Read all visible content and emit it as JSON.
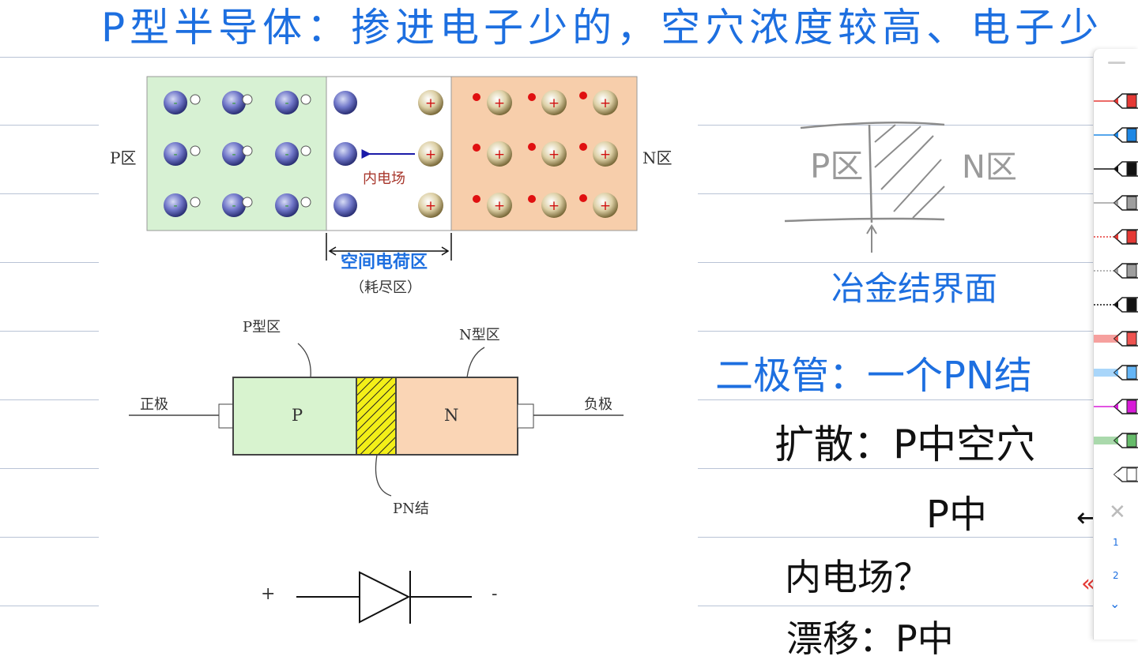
{
  "notes": {
    "title": "P型半导体：掺进电子少的，空穴浓度较高、电子少",
    "pn_sketch": {
      "p_label": "P区",
      "n_label": "N区",
      "caption": "冶金结界面"
    },
    "diode_heading": "二极管：一个PN结",
    "diffusion_line": "扩散：P中空穴",
    "p_zhong": "P中",
    "inner_field_line": "内电场？",
    "drift_line": "漂移：P中"
  },
  "figure": {
    "junction": {
      "p_region": "P区",
      "n_region": "N区",
      "field_label": "内电场",
      "space_charge_label": "空间电荷区",
      "depletion_label": "（耗尽区）",
      "minus": "-",
      "plus": "+"
    },
    "diode_body": {
      "p_type_label": "P型区",
      "n_type_label": "N型区",
      "p_letter": "P",
      "n_letter": "N",
      "anode_label": "正极",
      "cathode_label": "负极",
      "junction_label": "PN结"
    },
    "symbol": {
      "plus": "+",
      "minus": "-"
    }
  },
  "toolbar": {
    "page_current": "1",
    "page_total": "2",
    "pens": [
      {
        "name": "red-pen",
        "color": "#e53935"
      },
      {
        "name": "blue-pen",
        "color": "#1e88e5"
      },
      {
        "name": "black-pen",
        "color": "#111111"
      },
      {
        "name": "gray-pen",
        "color": "#9e9e9e"
      },
      {
        "name": "red-dotted-pen",
        "color": "#e53935"
      },
      {
        "name": "gray-dotted-pen",
        "color": "#9e9e9e"
      },
      {
        "name": "black-dotted-pen",
        "color": "#111111"
      },
      {
        "name": "red-highlighter",
        "color": "#ef5350"
      },
      {
        "name": "blue-highlighter",
        "color": "#64b5f6"
      },
      {
        "name": "magenta-pen",
        "color": "#d81bd8"
      },
      {
        "name": "green-highlighter",
        "color": "#66bb6a"
      },
      {
        "name": "white-pen",
        "color": "#ffffff"
      }
    ]
  }
}
